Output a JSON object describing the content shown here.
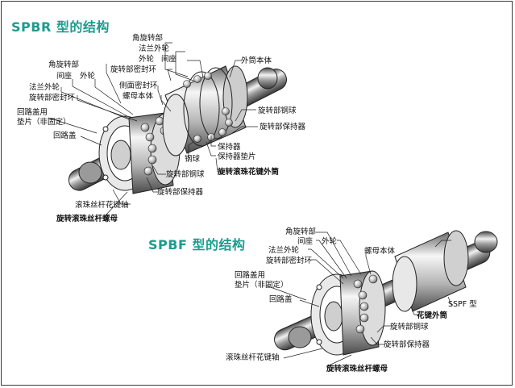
{
  "sections": [
    {
      "title": "SPBR 型的结构",
      "labels": {
        "top_angular_brg": "角旋转部",
        "top_flange_outer": "法兰外轮",
        "top_outer_ring": "外轮",
        "top_spacer": "间座",
        "top_seal": "旋转部密封环",
        "outer_cyl_body": "外筒本体",
        "left_angular_brg": "角旋转部",
        "left_spacer": "间座",
        "left_outer_ring": "外轮",
        "left_flange_outer": "法兰外轮",
        "left_seal": "旋转部密封环",
        "side_seal": "侧面密封环",
        "nut_body": "螺母本体",
        "return_cap_shim_1": "回路盖用",
        "return_cap_shim_2": "垫片（非固定）",
        "return_cap": "回路盖",
        "rot_steel_ball_r": "旋转部钢球",
        "rot_retainer_r": "旋转部保持器",
        "retainer": "保持器",
        "retainer_shim": "保持器垫片",
        "steel_ball": "钢球",
        "rot_steel_ball": "旋转部钢球",
        "rot_retainer": "旋转部保持器",
        "spline_outer": "旋转滚珠花键外筒",
        "screw_shaft": "滚珠丝杆花键轴",
        "screw_nut": "旋转滚珠丝杆螺母"
      }
    },
    {
      "title": "SPBF 型的结构",
      "labels": {
        "angular_brg": "角旋转部",
        "spacer": "间座",
        "outer_ring": "外轮",
        "flange_outer": "法兰外轮",
        "seal": "旋转部密封环",
        "return_cap_shim_1": "回路盖用",
        "return_cap_shim_2": "垫片（非固定）",
        "return_cap": "回路盖",
        "nut_body": "螺母本体",
        "sspf_type": "SSPF 型",
        "spline_outer": "花键外筒",
        "rot_steel_ball": "旋转部钢球",
        "rot_retainer": "旋转部保持器",
        "screw_shaft": "滚珠丝杆花键轴",
        "screw_nut": "旋转滚珠丝杆螺母"
      }
    }
  ],
  "colors": {
    "title": "#1a9c8e",
    "line": "#222222"
  }
}
